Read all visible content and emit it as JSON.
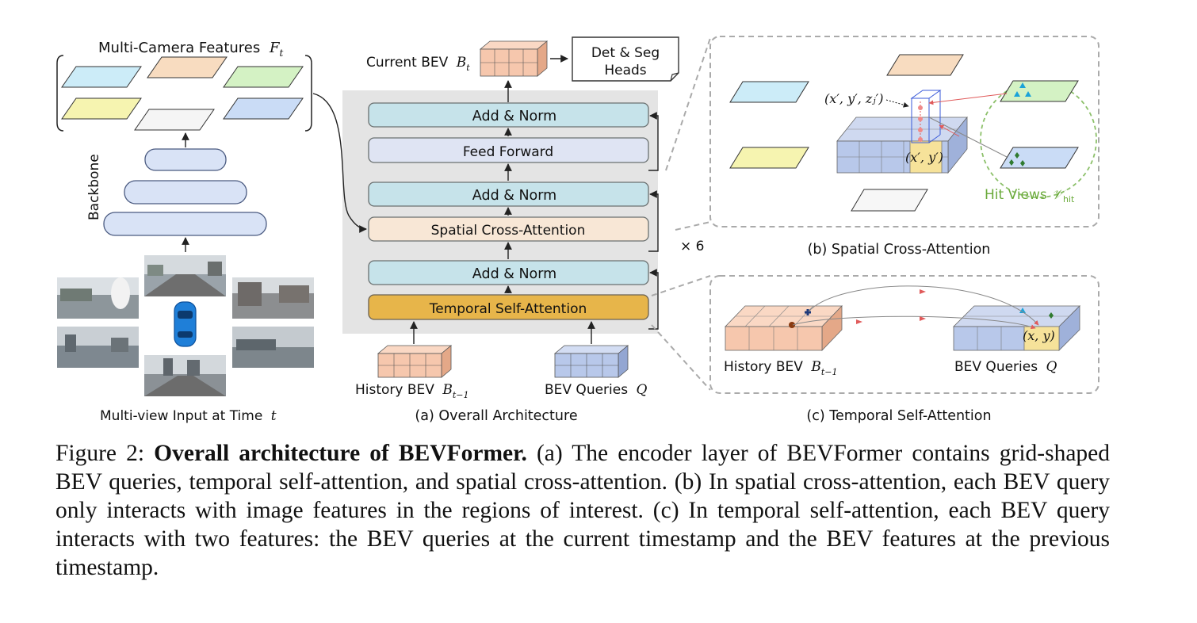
{
  "figure": {
    "left": {
      "features_title": "Multi-Camera Features",
      "features_symbol": "F",
      "features_sub": "t",
      "backbone": "Backbone",
      "input_title": "Multi-view Input at Time",
      "input_symbol": "t"
    },
    "middle": {
      "current_bev": "Current BEV",
      "current_symbol": "B",
      "current_sub": "t",
      "heads_line1": "Det & Seg",
      "heads_line2": "Heads",
      "add_norm": "Add & Norm",
      "feed_forward": "Feed Forward",
      "spatial_ca": "Spatial Cross-Attention",
      "temporal_sa": "Temporal Self-Attention",
      "repeat": "× 6",
      "history_bev": "History BEV",
      "history_symbol": "B",
      "history_sub": "t−1",
      "bev_queries": "BEV Queries",
      "queries_symbol": "Q",
      "panel_caption": "(a) Overall Architecture"
    },
    "spatial_panel": {
      "coord_3d": "(x′, y′, zⱼ′)",
      "coord_2d": "(x′, y′)",
      "hit_views": "Hit Views",
      "hit_symbol": "𝒱",
      "hit_sub": "hit",
      "caption": "(b) Spatial Cross-Attention"
    },
    "temporal_panel": {
      "history_bev": "History BEV",
      "history_symbol": "B",
      "history_sub": "t−1",
      "bev_queries": "BEV Queries",
      "queries_symbol": "Q",
      "coord": "(x, y)",
      "caption": "(c) Temporal Self-Attention"
    }
  },
  "caption": {
    "label": "Figure 2:",
    "title": "Overall architecture of BEVFormer.",
    "body": "(a) The encoder layer of BEVFormer contains grid-shaped BEV queries, temporal self-attention, and spatial cross-attention. (b) In spatial cross-attention, each BEV query only interacts with image features in the regions of interest. (c) In temporal self-attention, each BEV query interacts with two features: the BEV queries at the current timestamp and the BEV features at the previous timestamp."
  },
  "colors": {
    "add_norm": "#c6e3ea",
    "feed_forward": "#dfe4f3",
    "spatial_ca": "#f8e7d6",
    "temporal_sa": "#e7b54a",
    "encoder_bg": "#e4e4e4",
    "bev_blue": "#b8c8ea",
    "bev_orange": "#f6c7ad",
    "highlight": "#f6e29a",
    "hit_green": "#7dbb4f"
  }
}
